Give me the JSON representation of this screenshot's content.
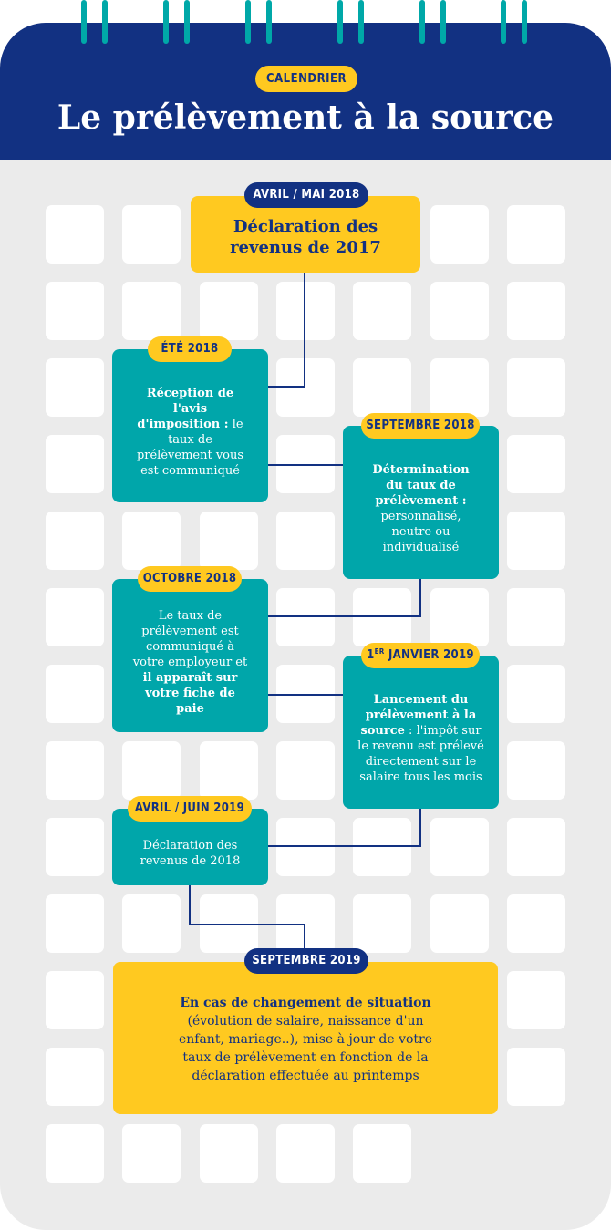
{
  "header": {
    "eyebrow": "CALENDRIER",
    "title": "Le prélèvement à la source"
  },
  "colors": {
    "navy": "#123182",
    "teal": "#00a6aa",
    "yellow": "#ffc920",
    "grid_bg": "#ebebeb",
    "cell": "#ffffff"
  },
  "steps": [
    {
      "date": "AVRIL / MAI 2018",
      "parts": [
        {
          "b": true,
          "t": "Déclaration des revenus de 2017"
        }
      ]
    },
    {
      "date": "ÉTÉ 2018",
      "parts": [
        {
          "b": true,
          "t": "Réception de l'avis d'imposition :"
        },
        {
          "b": false,
          "t": " le taux de prélèvement vous est communiqué"
        }
      ]
    },
    {
      "date": "SEPTEMBRE 2018",
      "parts": [
        {
          "b": true,
          "t": "Détermination du taux de prélèvement :"
        },
        {
          "b": false,
          "t": " personnalisé, neutre ou individualisé"
        }
      ]
    },
    {
      "date": "OCTOBRE 2018",
      "parts": [
        {
          "b": false,
          "t": "Le taux de prélèvement est communiqué à votre employeur et "
        },
        {
          "b": true,
          "t": "il apparaît sur votre fiche de paie"
        }
      ]
    },
    {
      "date_main": "1",
      "date_sup": "ER",
      "date_rest": " JANVIER 2019",
      "parts": [
        {
          "b": true,
          "t": "Lancement du prélèvement à la source"
        },
        {
          "b": false,
          "t": " : l'impôt sur le revenu est prélevé directement sur le salaire tous les mois"
        }
      ]
    },
    {
      "date": "AVRIL / JUIN 2019",
      "parts": [
        {
          "b": false,
          "t": "Déclaration des revenus de 2018"
        }
      ]
    },
    {
      "date": "SEPTEMBRE 2019",
      "parts": [
        {
          "b": true,
          "t": "En cas de changement de situation"
        },
        {
          "b": false,
          "t": " (évolution de salaire, naissance d'un enfant, mariage..), mise à jour de votre taux de prélèvement en fonction de la déclaration effectuée au printemps"
        }
      ]
    }
  ]
}
